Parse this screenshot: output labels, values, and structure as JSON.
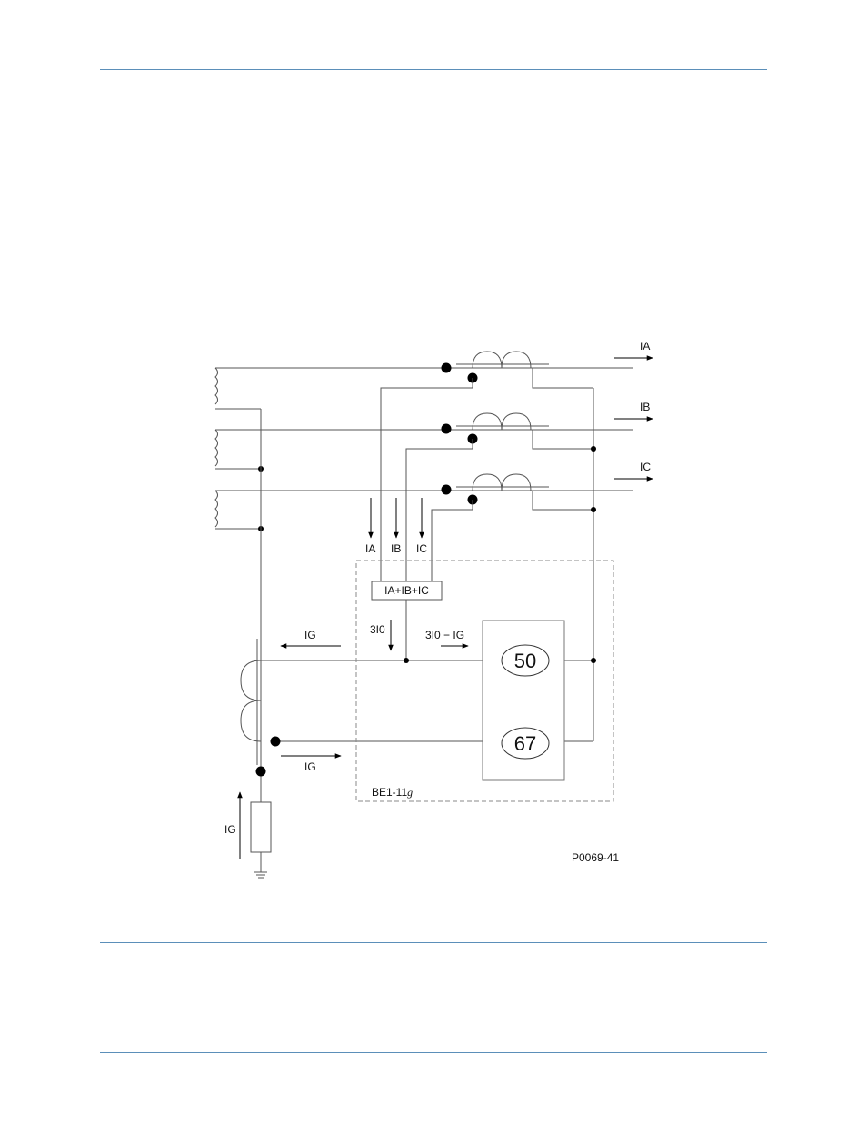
{
  "page": {
    "rule_color": "#5b8fb9"
  },
  "diagram": {
    "phase_labels": {
      "a": "IA",
      "b": "IB",
      "c": "IC"
    },
    "input_labels": {
      "a": "IA",
      "b": "IB",
      "c": "IC"
    },
    "summation_block": "IA+IB+IC",
    "residual_label": "3I0",
    "difference_label": "3I0 − IG",
    "ground_current_label": "IG",
    "element_50": "50",
    "element_67": "67",
    "relay_name": "BE1-11",
    "relay_suffix": "g",
    "figure_code": "P0069-41"
  }
}
